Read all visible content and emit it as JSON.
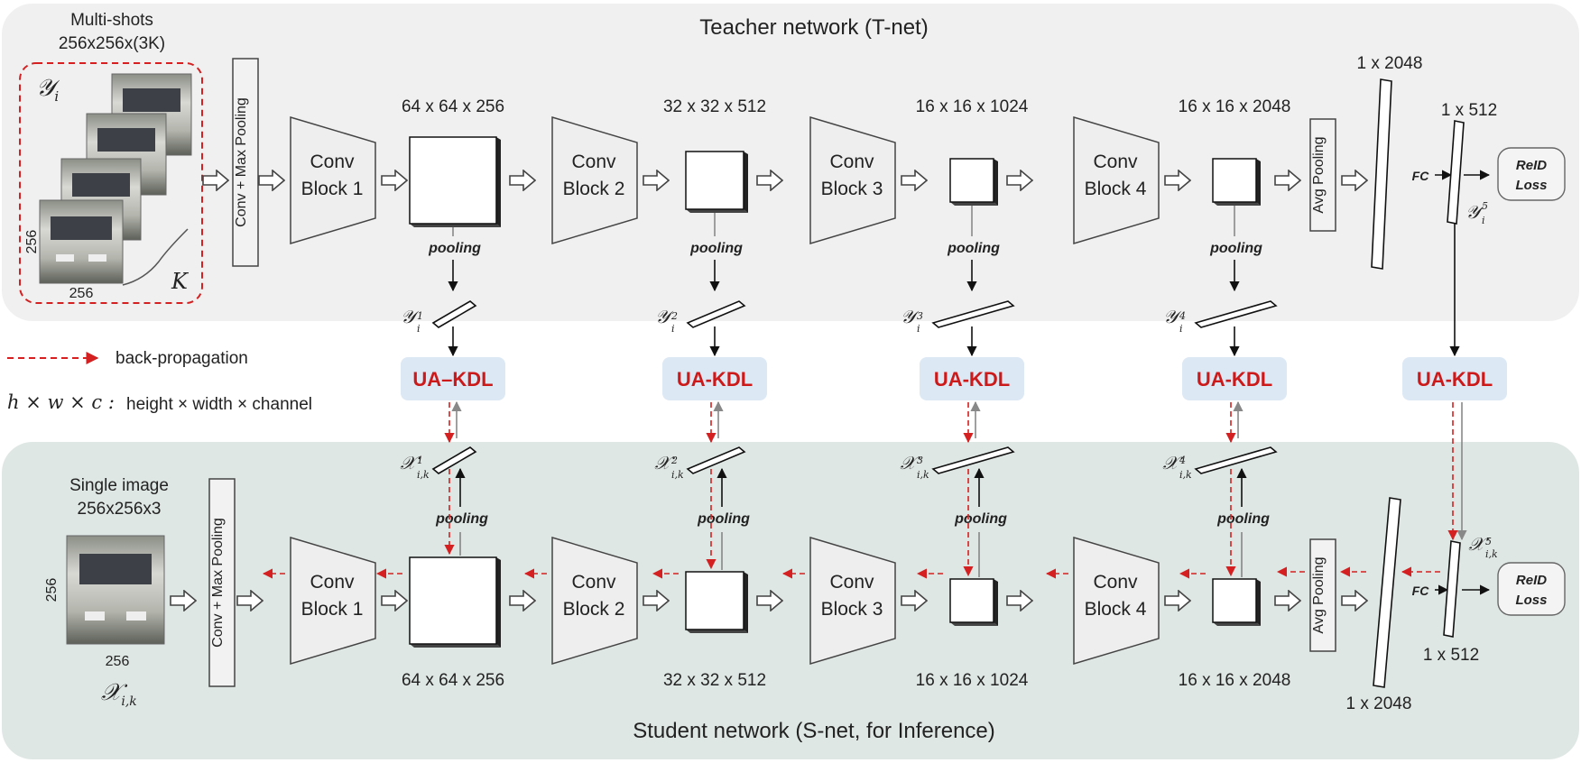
{
  "teacher": {
    "title": "Teacher network (T-net)",
    "input_title": "Multi-shots",
    "input_size": "256x256x(3K)",
    "input_symbol": "𝒴",
    "input_symbol_sub": "i",
    "img_height": "256",
    "img_width": "256",
    "k_symbol": "K",
    "stem_label": "Conv + Max Pooling",
    "blocks": [
      {
        "line1": "Conv",
        "line2": "Block 1"
      },
      {
        "line1": "Conv",
        "line2": "Block 2"
      },
      {
        "line1": "Conv",
        "line2": "Block 3"
      },
      {
        "line1": "Conv",
        "line2": "Block 4"
      }
    ],
    "feature_dims": [
      "64 x 64 x 256",
      "32 x 32 x 512",
      "16 x 16 x 1024",
      "16 x 16 x 2048"
    ],
    "pooling_label": "pooling",
    "vector_labels": [
      "1",
      "2",
      "3",
      "4",
      "5"
    ],
    "avg_pool_label": "Avg Pooling",
    "fc_label": "FC",
    "dim_2048": "1 x 2048",
    "dim_512": "1 x 512",
    "loss_line1": "ReID",
    "loss_line2": "Loss"
  },
  "student": {
    "title": "Student network (S-net, for Inference)",
    "input_title": "Single image",
    "input_size": "256x256x3",
    "input_symbol": "𝒳",
    "input_symbol_sub": "i,k",
    "img_height": "256",
    "img_width": "256",
    "stem_label": "Conv + Max Pooling",
    "blocks": [
      {
        "line1": "Conv",
        "line2": "Block 1"
      },
      {
        "line1": "Conv",
        "line2": "Block 2"
      },
      {
        "line1": "Conv",
        "line2": "Block 3"
      },
      {
        "line1": "Conv",
        "line2": "Block 4"
      }
    ],
    "feature_dims": [
      "64 x 64 x 256",
      "32 x 32 x 512",
      "16 x 16 x 1024",
      "16 x 16 x 2048"
    ],
    "pooling_label": "pooling",
    "vector_labels": [
      "1",
      "2",
      "3",
      "4",
      "5"
    ],
    "avg_pool_label": "Avg Pooling",
    "fc_label": "FC",
    "dim_2048": "1 x 2048",
    "dim_512": "1 x 512",
    "loss_line1": "ReID",
    "loss_line2": "Loss"
  },
  "kdl_labels": [
    "UA–KDL",
    "UA-KDL",
    "UA-KDL",
    "UA-KDL",
    "UA-KDL"
  ],
  "legend": {
    "backprop": "back-propagation",
    "hwc_math": "h × w × c :",
    "hwc_text": "height × width × channel"
  },
  "colors": {
    "teacher_bg": "#f0f0f0",
    "student_bg": "#dfe7e5",
    "kdl_bg": "#dde8f5",
    "kdl_text": "#cc1a1a",
    "backprop": "#d42020"
  }
}
